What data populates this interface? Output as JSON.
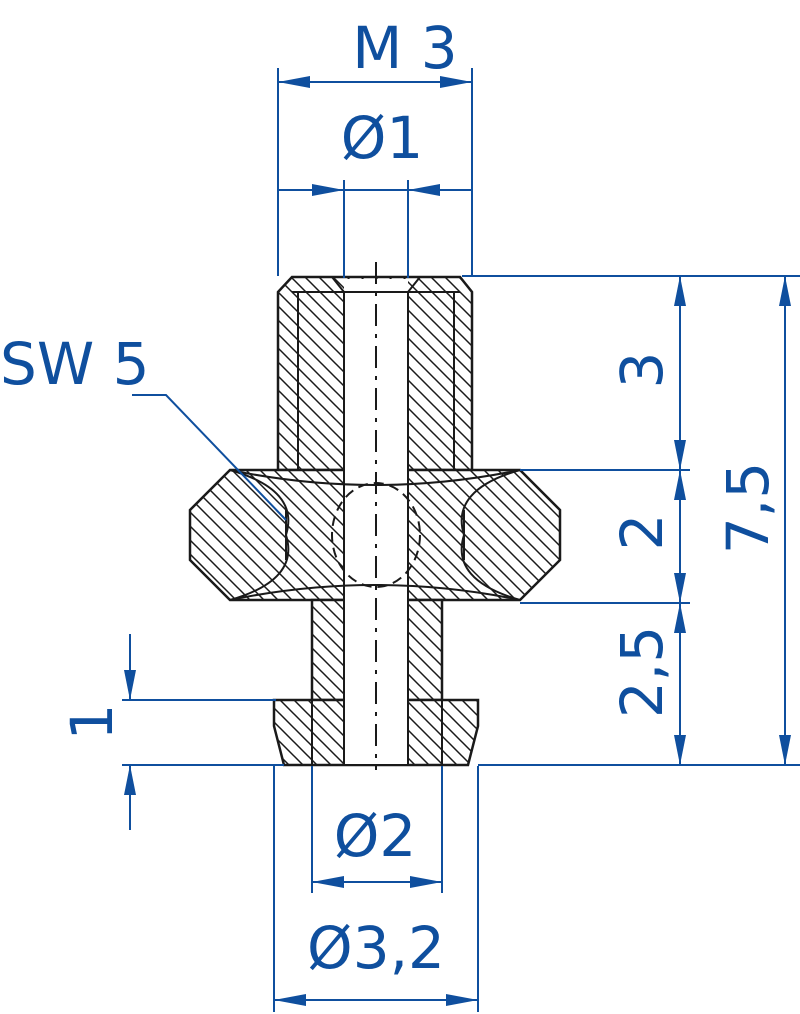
{
  "colors": {
    "dimension": "#0f4f9e",
    "outline": "#1a1a1a",
    "background": "#ffffff"
  },
  "labels": {
    "thread": "M 3",
    "bore": "Ø1",
    "wrench_size": "SW 5",
    "shaft_diameter": "Ø2",
    "flange_diameter": "Ø3,2",
    "flange_height": "1",
    "top_height": "3",
    "hex_height": "2",
    "shaft_height": "2,5",
    "total_height": "7,5"
  }
}
